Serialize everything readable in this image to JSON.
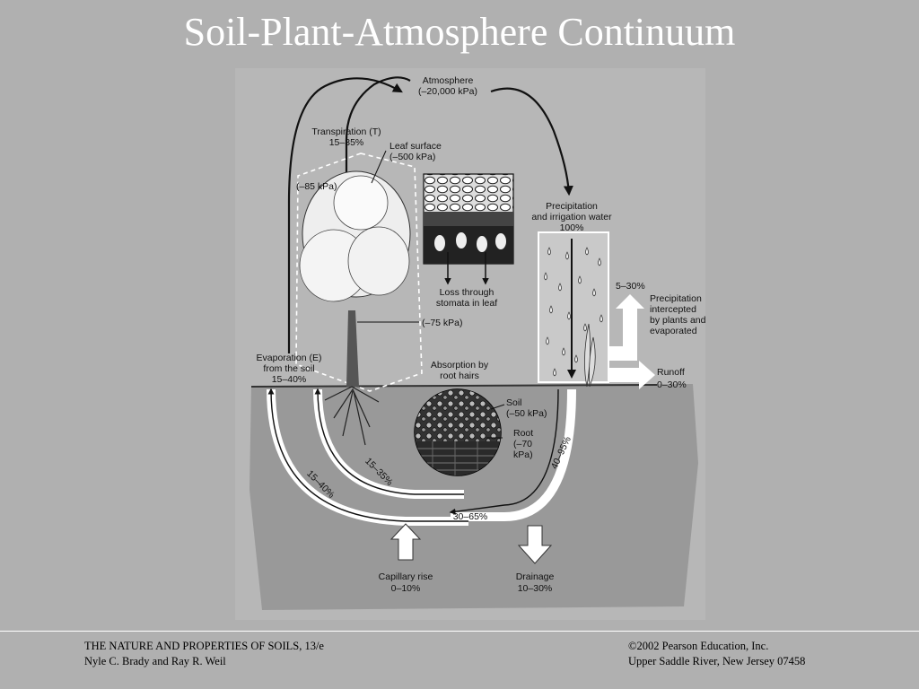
{
  "slide": {
    "title": "Soil-Plant-Atmosphere Continuum"
  },
  "diagram": {
    "atmosphere": [
      "Atmosphere",
      "(–20,000 kPa)"
    ],
    "transpiration": [
      "Transpiration (T)",
      "15–35%"
    ],
    "leaf_surface": [
      "Leaf surface",
      "(–500 kPa)"
    ],
    "leaf_pressure": "(–85 kPa)",
    "stem_pressure": "(–75 kPa)",
    "stomata_loss": [
      "Loss through",
      "stomata in leaf"
    ],
    "precipitation": [
      "Precipitation",
      "and irrigation water",
      "100%"
    ],
    "intercepted_percent": "5–30%",
    "intercepted": [
      "Precipitation",
      "intercepted",
      "by plants and",
      "evaporated"
    ],
    "runoff": [
      "Runoff",
      "0–30%"
    ],
    "evaporation": [
      "Evaporation (E)",
      "from the soil",
      "15–40%"
    ],
    "absorption": [
      "Absorption by",
      "root hairs"
    ],
    "soil": [
      "Soil",
      "(–50 kPa)"
    ],
    "root": [
      "Root",
      "(–70",
      "kPa)"
    ],
    "flow_evaporation": "15–40%",
    "flow_transpiration": "15–35%",
    "flow_infiltration": "40–95%",
    "flow_storage": "30–65%",
    "capillary": [
      "Capillary rise",
      "0–10%"
    ],
    "drainage": [
      "Drainage",
      "10–30%"
    ]
  },
  "footer": {
    "book_title": "THE NATURE AND PROPERTIES OF SOILS, 13/e",
    "authors": "Nyle C. Brady and Ray R. Weil",
    "copyright": "©2002 Pearson Education, Inc.",
    "address": "Upper Saddle River, New Jersey  07458"
  }
}
